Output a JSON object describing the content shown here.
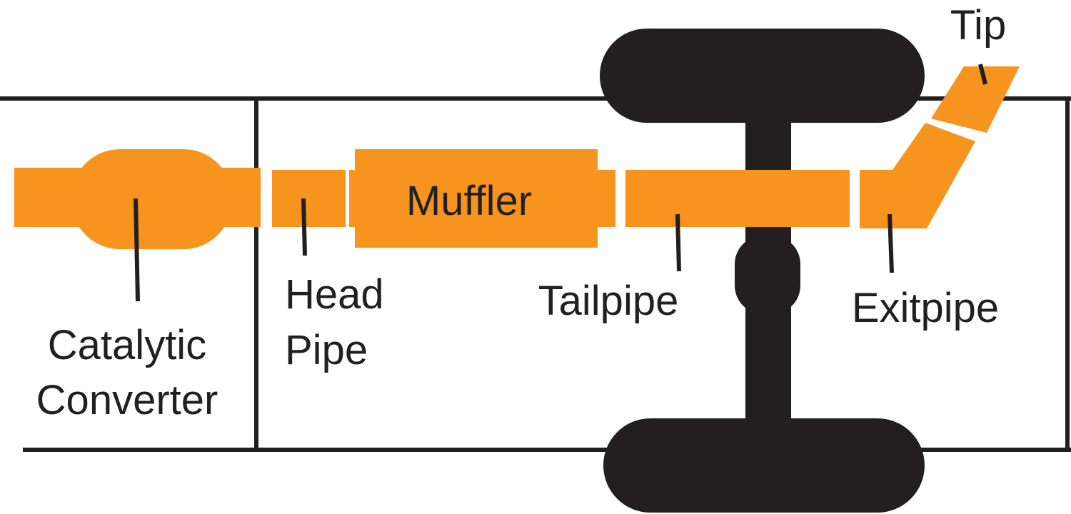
{
  "colors": {
    "pipe": "#f7941e",
    "outline": "#231f20",
    "background": "#ffffff"
  },
  "labels": {
    "catalytic_converter": [
      "Catalytic",
      "Converter"
    ],
    "head_pipe": [
      "Head",
      "Pipe"
    ],
    "muffler": "Muffler",
    "tailpipe": "Tailpipe",
    "exitpipe": "Exitpipe",
    "tip": "Tip"
  }
}
